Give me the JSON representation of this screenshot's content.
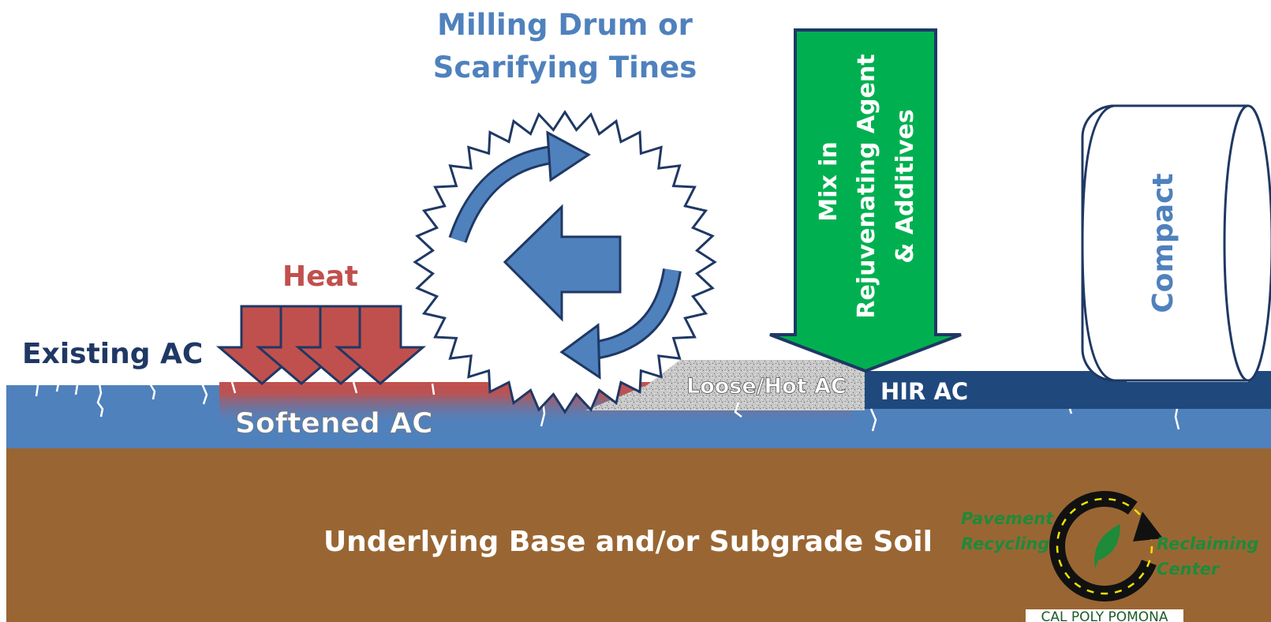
{
  "labels": {
    "milling_line1": "Milling Drum or",
    "milling_line2": "Scarifying Tines",
    "mix_line1": "Mix in",
    "mix_line2": "Rejuvenating Agent",
    "mix_line3": "& Additives",
    "compact": "Compact",
    "heat": "Heat",
    "existing_ac": "Existing AC",
    "softened_ac": "Softened AC",
    "loose_hot_ac": "Loose/Hot AC",
    "hir_ac": "HIR AC",
    "base_soil": "Underlying Base and/or Subgrade Soil"
  },
  "logo": {
    "pavement": "Pavement",
    "recycling": "Recycling",
    "reclaiming": "Reclaiming",
    "center": "Center",
    "university": "CAL POLY POMONA"
  },
  "colors": {
    "blue_text": "#4f81bd",
    "navy_text": "#1f3864",
    "red": "#c0504d",
    "green": "#00b050",
    "dark_navy": "#1f497d",
    "pavement_blue": "#4f81bd",
    "soil_brown": "#996633",
    "logo_green": "#1e8a3a"
  }
}
